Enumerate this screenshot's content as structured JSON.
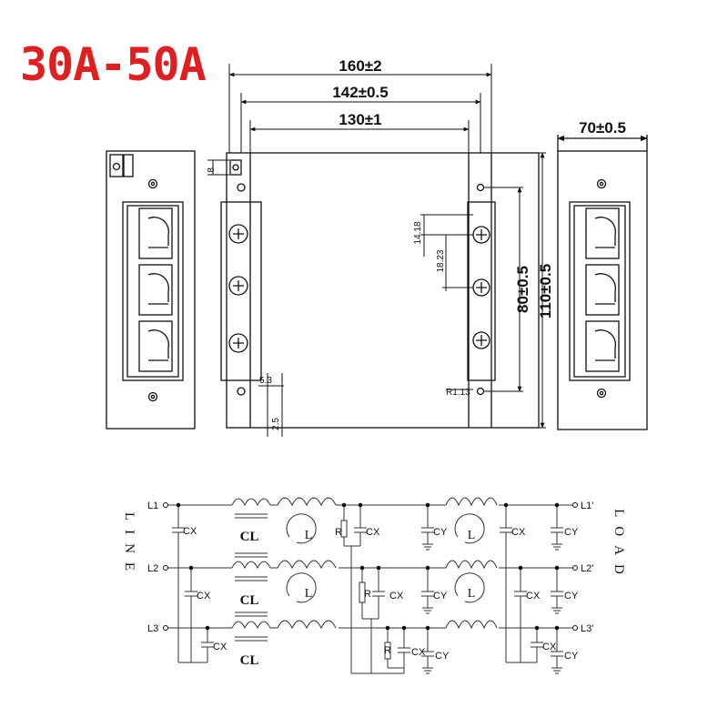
{
  "title": "30A-50A",
  "dimensions": {
    "length_outer": "160±2",
    "length_mount": "142±0.5",
    "length_body": "130±1",
    "width": "70±0.5",
    "height_total": "110±0.5",
    "height_mount": "80±0.5",
    "terminal_offset": "8",
    "terminal_pitch_1": "14.18",
    "terminal_pitch_2": "18.23",
    "edge_offset": "5.3",
    "base_offset": "2.5",
    "hole_radius": "R1.13"
  },
  "schematic": {
    "line_side_label": "LINE",
    "load_side_label": "LOAD",
    "line_terminals": [
      "L1",
      "L2",
      "L3"
    ],
    "load_terminals": [
      "L1'",
      "L2'",
      "L3'"
    ],
    "capacitor_x": "CX",
    "capacitor_y": "CY",
    "common_mode_choke": "CL",
    "inductor": "L",
    "resistor": "R"
  }
}
